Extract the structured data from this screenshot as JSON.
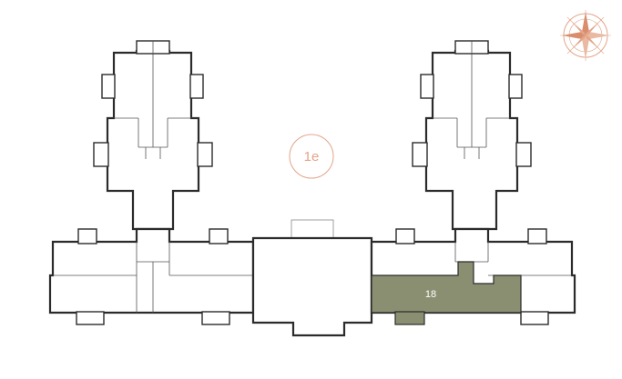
{
  "floor": {
    "label": "1e"
  },
  "units": [
    {
      "id": "18",
      "label": "18",
      "status": "highlighted"
    }
  ],
  "colors": {
    "accent": "#e3a58a",
    "unit_fill": "#8b8f72",
    "wall": "#2b2b2b"
  },
  "icons": {
    "compass": "compass-rose-icon"
  }
}
